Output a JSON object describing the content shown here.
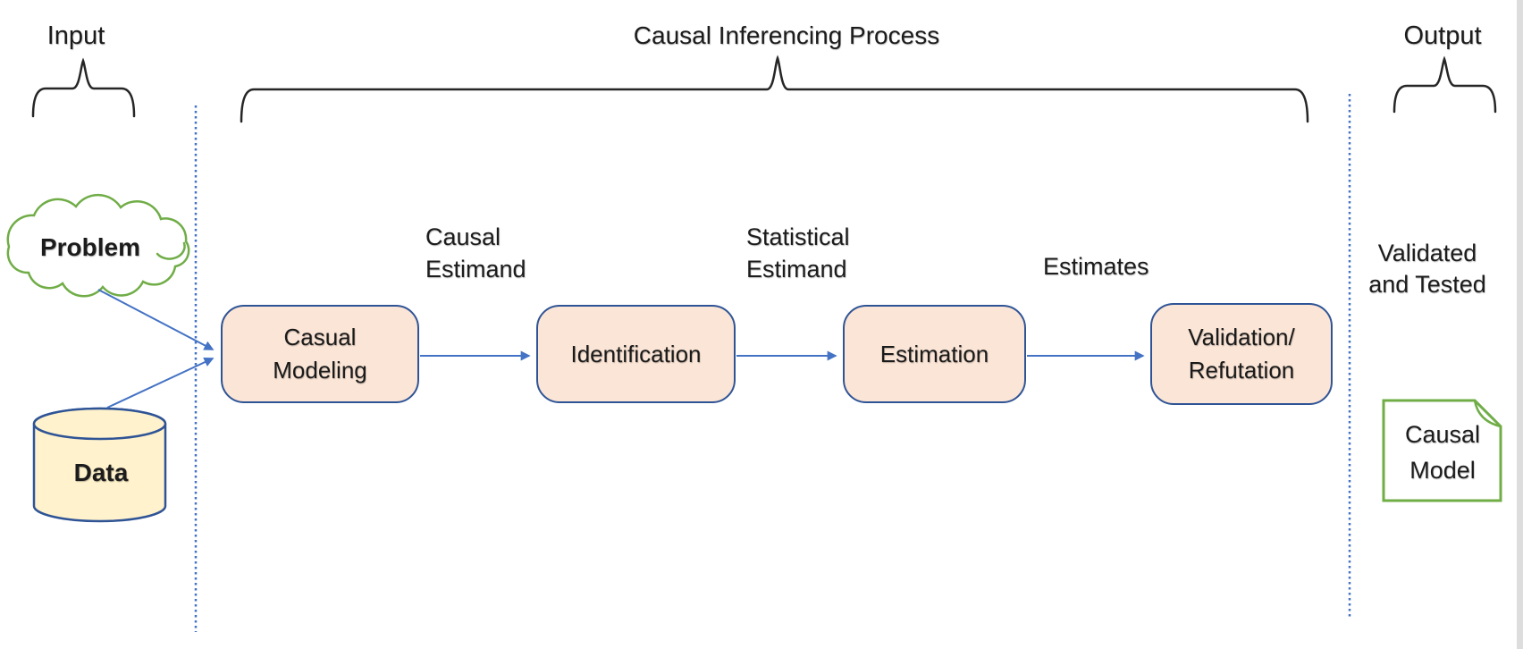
{
  "diagram": {
    "sections": {
      "input_label": "Input",
      "process_label": "Causal Inferencing Process",
      "output_label": "Output"
    },
    "input_shapes": {
      "problem_label": "Problem",
      "data_label": "Data"
    },
    "steps": [
      {
        "label": "Casual\nModeling"
      },
      {
        "label": "Identification"
      },
      {
        "label": "Estimation"
      },
      {
        "label": "Validation/\nRefutation"
      }
    ],
    "flow_labels": [
      {
        "label": "Causal\nEstimand"
      },
      {
        "label": "Statistical\nEstimand"
      },
      {
        "label": "Estimates"
      }
    ],
    "output_shapes": {
      "annotation": "Validated\nand Tested",
      "causal_model_label": "Causal\nModel"
    },
    "colors": {
      "step_fill": "#FBE5D6",
      "step_border": "#2F5496",
      "arrow_blue": "#4472C4",
      "divider_blue": "#4472C4",
      "green_outline": "#70AD47",
      "cylinder_fill": "#FFF2CC",
      "brace_black": "#262626",
      "right_strip_gray": "#DDDDDD"
    }
  }
}
